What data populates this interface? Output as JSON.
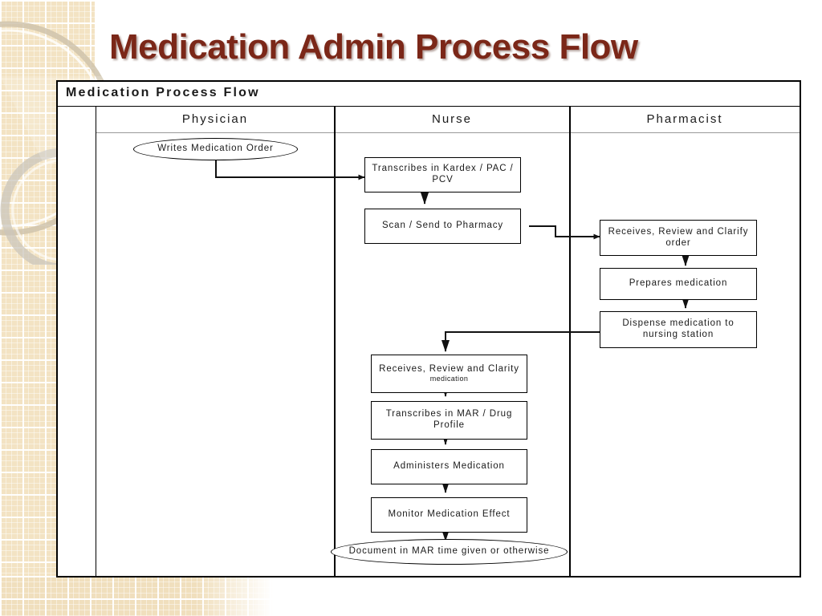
{
  "slide": {
    "title": "Medication Admin Process Flow",
    "title_color": "#7b2718",
    "background_color": "#ffffff",
    "accent_band_color": "#f3e3c3"
  },
  "diagram": {
    "title": "Medication Process Flow",
    "columns": [
      {
        "id": "physician",
        "label": "Physician"
      },
      {
        "id": "nurse",
        "label": "Nurse"
      },
      {
        "id": "pharmacist",
        "label": "Pharmacist"
      }
    ],
    "nodes": [
      {
        "id": "writes-order",
        "column": "physician",
        "shape": "oval",
        "text": "Writes Medication Order"
      },
      {
        "id": "transcribes-kardex",
        "column": "nurse",
        "shape": "rectangle",
        "text": "Transcribes in Kardex / PAC / PCV"
      },
      {
        "id": "scan-send",
        "column": "nurse",
        "shape": "rectangle",
        "text": "Scan / Send to Pharmacy"
      },
      {
        "id": "receives-clarify-rx",
        "column": "pharmacist",
        "shape": "rectangle",
        "text": "Receives, Review and Clarify order"
      },
      {
        "id": "prepares-med",
        "column": "pharmacist",
        "shape": "rectangle",
        "text": "Prepares medication"
      },
      {
        "id": "dispense-med",
        "column": "pharmacist",
        "shape": "rectangle",
        "text": "Dispense medication to nursing station"
      },
      {
        "id": "receives-clarify-nurse",
        "column": "nurse",
        "shape": "rectangle",
        "text": "Receives, Review and Clarity",
        "subtext": "medication"
      },
      {
        "id": "transcribes-mar",
        "column": "nurse",
        "shape": "rectangle",
        "text": "Transcribes in MAR / Drug Profile"
      },
      {
        "id": "administers-med",
        "column": "nurse",
        "shape": "rectangle",
        "text": "Administers Medication"
      },
      {
        "id": "monitor-effect",
        "column": "nurse",
        "shape": "rectangle",
        "text": "Monitor Medication Effect"
      },
      {
        "id": "document-mar",
        "column": "nurse",
        "shape": "oval",
        "text": "Document in MAR time given or otherwise"
      }
    ],
    "edges": [
      {
        "from": "writes-order",
        "to": "transcribes-kardex"
      },
      {
        "from": "transcribes-kardex",
        "to": "scan-send"
      },
      {
        "from": "scan-send",
        "to": "receives-clarify-rx"
      },
      {
        "from": "receives-clarify-rx",
        "to": "prepares-med"
      },
      {
        "from": "prepares-med",
        "to": "dispense-med"
      },
      {
        "from": "dispense-med",
        "to": "receives-clarify-nurse"
      },
      {
        "from": "receives-clarify-nurse",
        "to": "transcribes-mar"
      },
      {
        "from": "transcribes-mar",
        "to": "administers-med"
      },
      {
        "from": "administers-med",
        "to": "monitor-effect"
      },
      {
        "from": "monitor-effect",
        "to": "document-mar"
      }
    ]
  }
}
